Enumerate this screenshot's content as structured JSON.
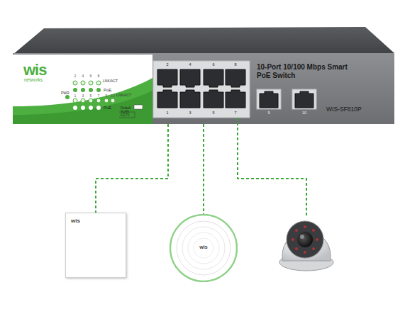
{
  "diagram": {
    "nodes": [
      {
        "text": [
          "10-Port 10/100 Mbps Smart PoE Switch",
          "WIS-SF810P"
        ]
      },
      {
        "text": [
          "wis"
        ]
      },
      {
        "text": [
          "wis"
        ]
      }
    ],
    "edges": [
      {
        "from": 0,
        "to": 1,
        "arrow": "none"
      },
      {
        "from": 0,
        "to": 2,
        "arrow": "none"
      }
    ],
    "labels": [
      "wis",
      "networks",
      "2",
      "4",
      "6",
      "8",
      "LNK/ACT",
      "PoE",
      "PWR",
      "1",
      "3",
      "5",
      "7",
      "9",
      "10",
      "LNK/ACT",
      "PoE",
      "Default",
      "VLAN",
      "CCTV",
      "2",
      "4",
      "6",
      "8",
      "1",
      "3",
      "5",
      "7",
      "9",
      "10"
    ]
  }
}
